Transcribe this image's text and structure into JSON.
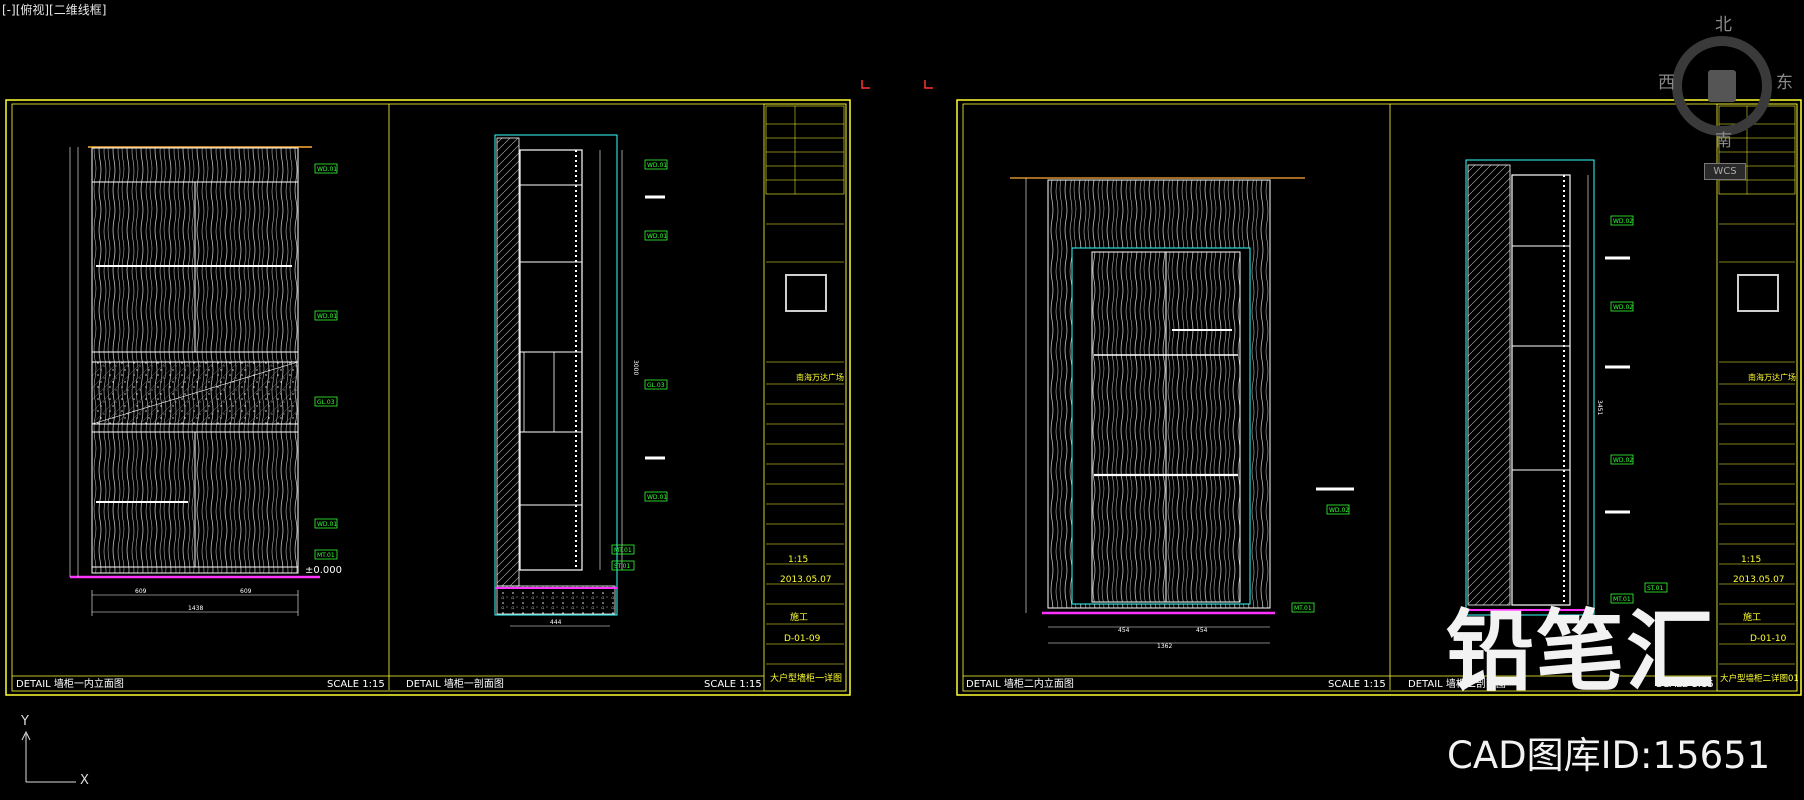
{
  "viewport_label": "[-][俯视][二维线框]",
  "compass": {
    "north": "北",
    "south": "南",
    "west": "西",
    "east": "东",
    "wcs": "WCS"
  },
  "watermark": {
    "brand": "铅笔汇",
    "library_id": "CAD图库ID:15651"
  },
  "ucs": {
    "y": "Y",
    "x": "X"
  },
  "colors": {
    "sheet_border": "#ffff33",
    "drawing": "#ffffff",
    "cyan": "#33ffff",
    "green": "#33ff33",
    "magenta": "#ff33ff",
    "orange": "#ffaa33",
    "background": "#000000"
  },
  "sheets": [
    {
      "left_title": "DETAIL 墙柜一内立面图",
      "left_scale": "SCALE 1:15",
      "right_title": "DETAIL 墙柜一剖面图",
      "right_scale": "SCALE 1:15",
      "project": "南海万达广场",
      "scale": "1:15",
      "date": "2013.05.07",
      "stage": "施工",
      "drawing_no": "D-01-09",
      "drawing_name": "大户型墙柜一详图",
      "level_mark": "±0.000",
      "dims_bottom": [
        "609",
        "609"
      ],
      "dim_total": "1438",
      "section_width": "444",
      "section_height": "3000",
      "tags": [
        "WD.01",
        "WD.01",
        "GL.03",
        "WD.01",
        "MT.01",
        "WD.01",
        "WD.01",
        "GL.03",
        "WD.01",
        "MT.01",
        "ST.01"
      ]
    },
    {
      "left_title": "DETAIL 墙柜二内立面图",
      "left_scale": "SCALE 1:15",
      "right_title": "DETAIL 墙柜二剖面图",
      "right_scale": "SCALE 1:15",
      "project": "南海万达广场",
      "scale": "1:15",
      "date": "2013.05.07",
      "stage": "施工",
      "drawing_no": "D-01-10",
      "drawing_name": "大户型墙柜二详图01",
      "dims_bottom": [
        "454",
        "454"
      ],
      "dim_total": "1362",
      "section_height": "3451",
      "tags": [
        "WD.02",
        "MT.01",
        "WD.02",
        "WD.02",
        "WD.02",
        "MT.01",
        "ST.01"
      ]
    }
  ]
}
